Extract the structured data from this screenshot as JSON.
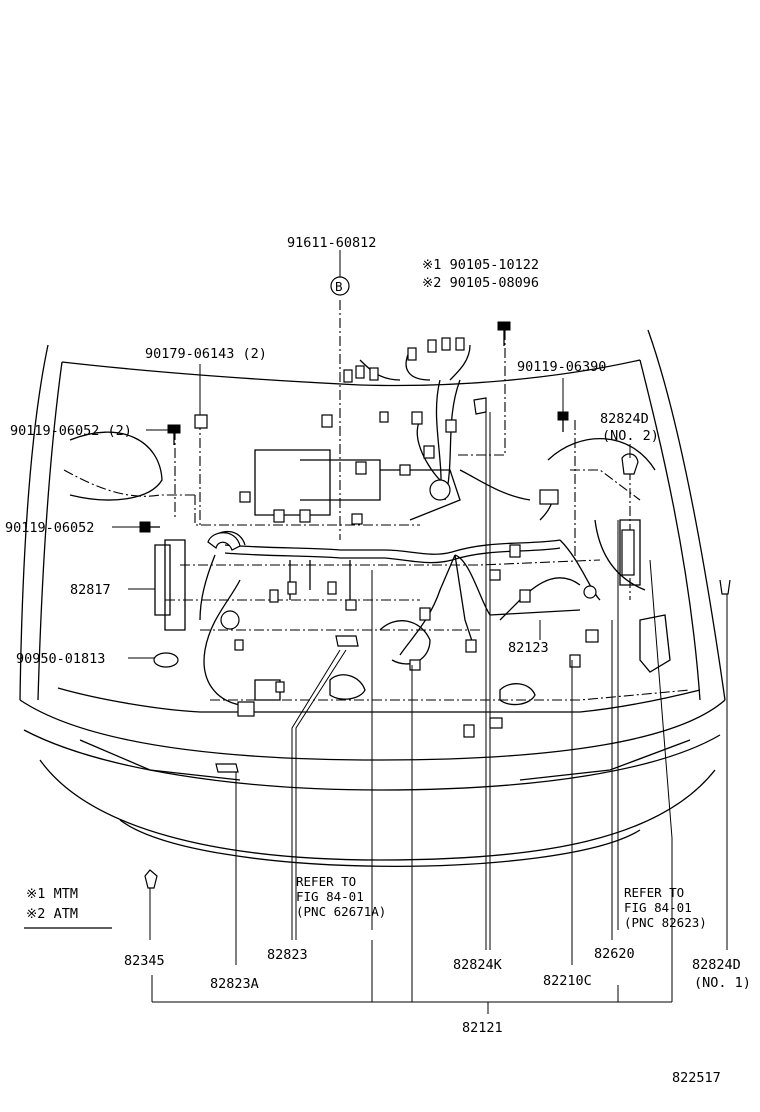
{
  "labels": {
    "p91611": "91611-60812",
    "callout_b": "B",
    "p90105_mtm": "※1 90105-10122",
    "p90105_atm": "※2 90105-08096",
    "p90179": "90179-06143 (2)",
    "p90119_06390": "90119-06390",
    "p90119_06052_2": "90119-06052 (2)",
    "p82824D_no2": "82824D",
    "p82824D_no2_sub": "(NO. 2)",
    "p90119_06052": "90119-06052",
    "p82817": "82817",
    "p82123": "82123",
    "p90950": "90950-01813",
    "p82345": "82345",
    "p82823": "82823",
    "p82823A": "82823A",
    "p82824K": "82824K",
    "p82210C": "82210C",
    "p82620": "82620",
    "p82824D_no1": "82824D",
    "p82824D_no1_sub": "(NO. 1)",
    "p82121": "82121",
    "refer1_l1": "REFER TO",
    "refer1_l2": "FIG 84-01",
    "refer1_l3": "(PNC 62671A)",
    "refer2_l1": "REFER TO",
    "refer2_l2": "FIG 84-01",
    "refer2_l3": "(PNC 82623)",
    "legend1": "※1 MTM",
    "legend2": "※2 ATM",
    "fig_no": "822517"
  }
}
